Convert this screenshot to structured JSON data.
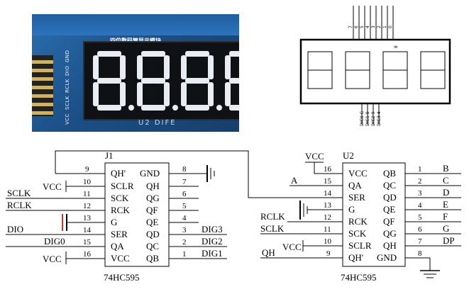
{
  "photo": {
    "title_cn": "四位数码管显示模块",
    "pin_labels": [
      "VCC",
      "SCLK",
      "RCLK",
      "DIO",
      "GND"
    ],
    "silkscreen": "U2 DIFE"
  },
  "display_schematic": {
    "digit_labels": [
      "DIG0 G",
      "DIG1 8",
      "DIG2 9",
      "DIG3 4"
    ],
    "top_pin_labels": [
      "7",
      "6",
      "5",
      "4",
      "3",
      "2",
      "1",
      "0",
      "8"
    ]
  },
  "j1": {
    "ref": "J1",
    "part": "74HC595",
    "left_pins": [
      {
        "num": "9",
        "name": "QH'"
      },
      {
        "num": "10",
        "name": "SCLR"
      },
      {
        "num": "11",
        "name": "SCK"
      },
      {
        "num": "12",
        "name": "RCK"
      },
      {
        "num": "13",
        "name": "G"
      },
      {
        "num": "14",
        "name": "SER"
      },
      {
        "num": "15",
        "name": "QA"
      },
      {
        "num": "16",
        "name": "VCC"
      }
    ],
    "right_pins": [
      {
        "num": "8",
        "name": "GND"
      },
      {
        "num": "7",
        "name": "QH"
      },
      {
        "num": "6",
        "name": "QG"
      },
      {
        "num": "5",
        "name": "QF"
      },
      {
        "num": "4",
        "name": "QE"
      },
      {
        "num": "3",
        "name": "QD"
      },
      {
        "num": "2",
        "name": "QC"
      },
      {
        "num": "1",
        "name": "QB"
      }
    ],
    "nets_left": [
      "VCC",
      "SCLK",
      "RCLK",
      "DIO",
      "DIG0",
      "VCC"
    ],
    "nets_right": [
      "DIG3",
      "DIG2",
      "DIG1"
    ]
  },
  "u2": {
    "ref": "U2",
    "part": "74HC595",
    "left_pins": [
      {
        "num": "16",
        "name": "VCC"
      },
      {
        "num": "15",
        "name": "QA"
      },
      {
        "num": "14",
        "name": "SER"
      },
      {
        "num": "13",
        "name": "G"
      },
      {
        "num": "12",
        "name": "RCK"
      },
      {
        "num": "11",
        "name": "SCK"
      },
      {
        "num": "10",
        "name": "SCLR"
      },
      {
        "num": "9",
        "name": "QH'"
      }
    ],
    "right_pins": [
      {
        "num": "1",
        "name": "QB"
      },
      {
        "num": "2",
        "name": "QC"
      },
      {
        "num": "3",
        "name": "QD"
      },
      {
        "num": "4",
        "name": "QE"
      },
      {
        "num": "5",
        "name": "QF"
      },
      {
        "num": "6",
        "name": "QG"
      },
      {
        "num": "7",
        "name": "QH"
      },
      {
        "num": "8",
        "name": "GND"
      }
    ],
    "nets_left": [
      "VCC",
      "A",
      "RCLK",
      "SCLK",
      "VCC",
      "QH"
    ],
    "nets_right": [
      "B",
      "C",
      "D",
      "E",
      "F",
      "G",
      "DP"
    ]
  }
}
